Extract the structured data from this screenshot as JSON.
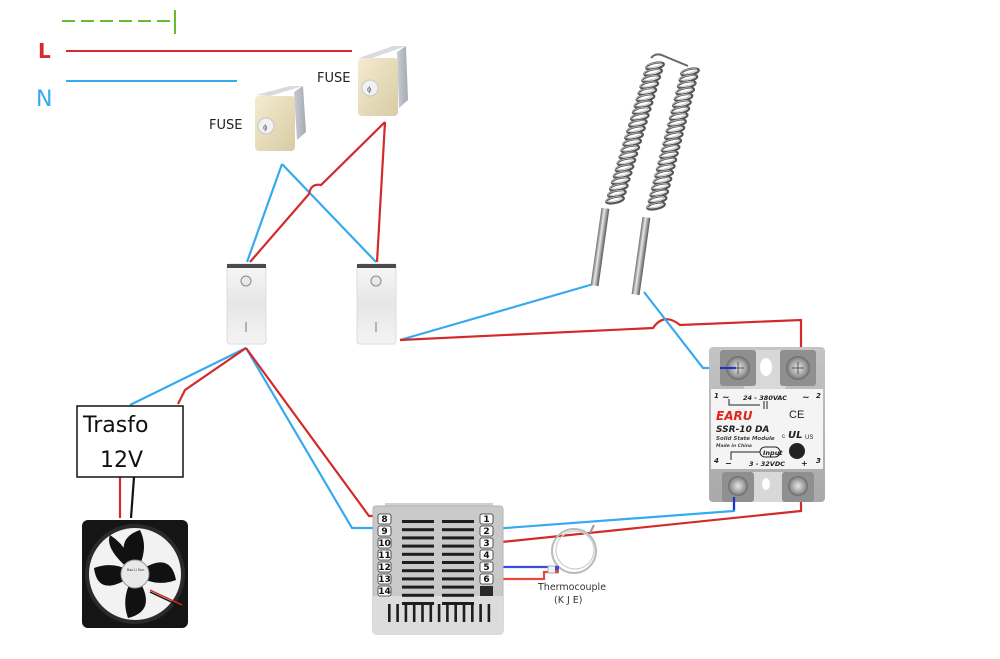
{
  "diagram": {
    "title": "Heating controller wiring diagram",
    "supply": {
      "line_label": "L",
      "neutral_label": "N",
      "line_color": "#d42a2a",
      "neutral_color": "#35aaf0",
      "earth_color": "#66bb33"
    },
    "fuses": [
      {
        "label": "FUSE"
      },
      {
        "label": "FUSE"
      }
    ],
    "switches": [
      {
        "name": "switch-1"
      },
      {
        "name": "switch-2"
      }
    ],
    "transformer": {
      "line1": "Trasfo",
      "line2": "12V"
    },
    "fan": {
      "sticker": "Bao Li Dun"
    },
    "controller": {
      "left_terminals": [
        "8",
        "9",
        "10",
        "11",
        "12",
        "13",
        "14"
      ],
      "right_terminals": [
        "1",
        "2",
        "3",
        "4",
        "5",
        "6"
      ]
    },
    "thermocouple": {
      "label": "Thermocouple",
      "types": "(K J E)"
    },
    "ssr": {
      "brand": "EARU",
      "model": "SSR-10 DA",
      "subtitle": "Solid State Module",
      "origin": "Made in China",
      "ac_range": "24 - 380VAC",
      "dc_range": "3 - 32VDC",
      "input_label": "Input",
      "term1": "1",
      "term2": "2",
      "term3": "3",
      "term4": "4",
      "minus": "−",
      "plus": "+",
      "ce": "CE",
      "ul": "UL",
      "c": "c",
      "us": "US",
      "tilde": "~",
      "brand_color": "#e2231a"
    },
    "heater": {
      "name": "coil heating element"
    }
  }
}
